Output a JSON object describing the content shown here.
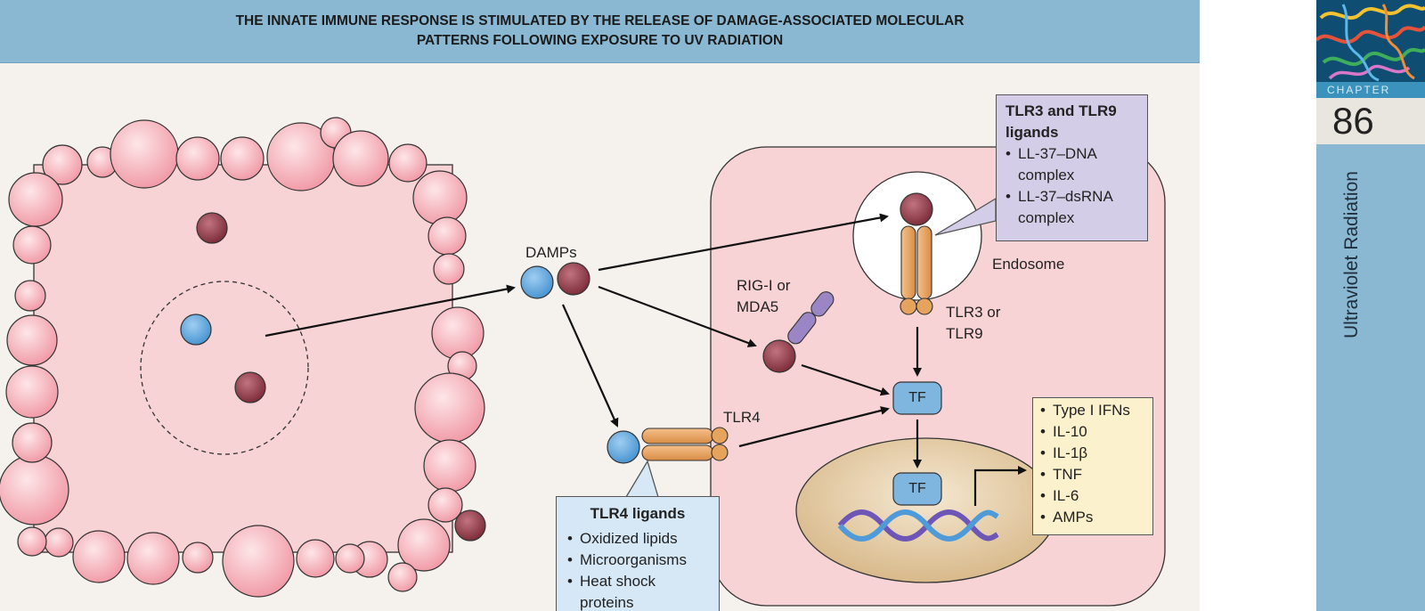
{
  "figure": {
    "title": "THE INNATE IMMUNE RESPONSE IS STIMULATED BY THE RELEASE OF DAMAGE-ASSOCIATED MOLECULAR PATTERNS FOLLOWING EXPOSURE TO UV RADIATION",
    "labels": {
      "damps": "DAMPs",
      "rig": "RIG-I or\nMDA5",
      "tlr4": "TLR4",
      "endosome": "Endosome",
      "tlr3_tlr9": "TLR3 or\nTLR9",
      "tf": "TF"
    },
    "tlr3_tlr9_box": {
      "heading": "TLR3 and TLR9\nligands",
      "items": [
        "LL-37–DNA\ncomplex",
        "LL-37–dsRNA\ncomplex"
      ]
    },
    "tlr4_box": {
      "heading": "TLR4 ligands",
      "items": [
        "Oxidized lipids",
        "Microorganisms",
        "Heat shock\nproteins"
      ]
    },
    "outputs_box": {
      "items": [
        "Type I IFNs",
        "IL-10",
        "IL-1β",
        "TNF",
        "IL-6",
        "AMPs"
      ]
    },
    "colors": {
      "cell_fill": "#f7cfd1",
      "cell_bleb": "#f4a9b3",
      "damp_blue": "#5ba8de",
      "damp_maroon": "#9a3f4c",
      "receptor_orange": "#e6a35e",
      "rig_purple": "#9a86c5",
      "nucleus": "#e3caa3",
      "tf_blue": "#7fb6df"
    }
  },
  "sidebar": {
    "chapter_label": "CHAPTER",
    "chapter_number": "86",
    "chapter_title": "Ultraviolet Radiation"
  }
}
